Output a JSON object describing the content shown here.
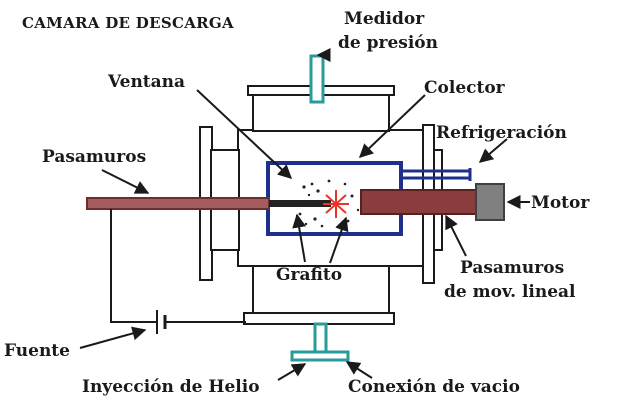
{
  "title": "CAMARA DE DESCARGA",
  "labels": {
    "medidor_line1": "Medidor",
    "medidor_line2": "de presión",
    "ventana": "Ventana",
    "colector": "Colector",
    "pasamuros": "Pasamuros",
    "refrigeracion": "Refrigeración",
    "motor": "Motor",
    "grafito": "Grafito",
    "pasamuros_lineal_line1": "Pasamuros",
    "pasamuros_lineal_line2": "de mov. lineal",
    "fuente": "Fuente",
    "inyeccion": "Inyección de Helio",
    "conexion": "Conexión de vacio"
  },
  "colors": {
    "chamber_outline": "#1a1a1a",
    "collector": "#1e2f8c",
    "rod": "#8a3d3d",
    "pressure_gauge": "#2a9a9a",
    "arc_spark": "#e8332a",
    "motor": "#808080",
    "cooling_pipe": "#1e2f8c"
  }
}
